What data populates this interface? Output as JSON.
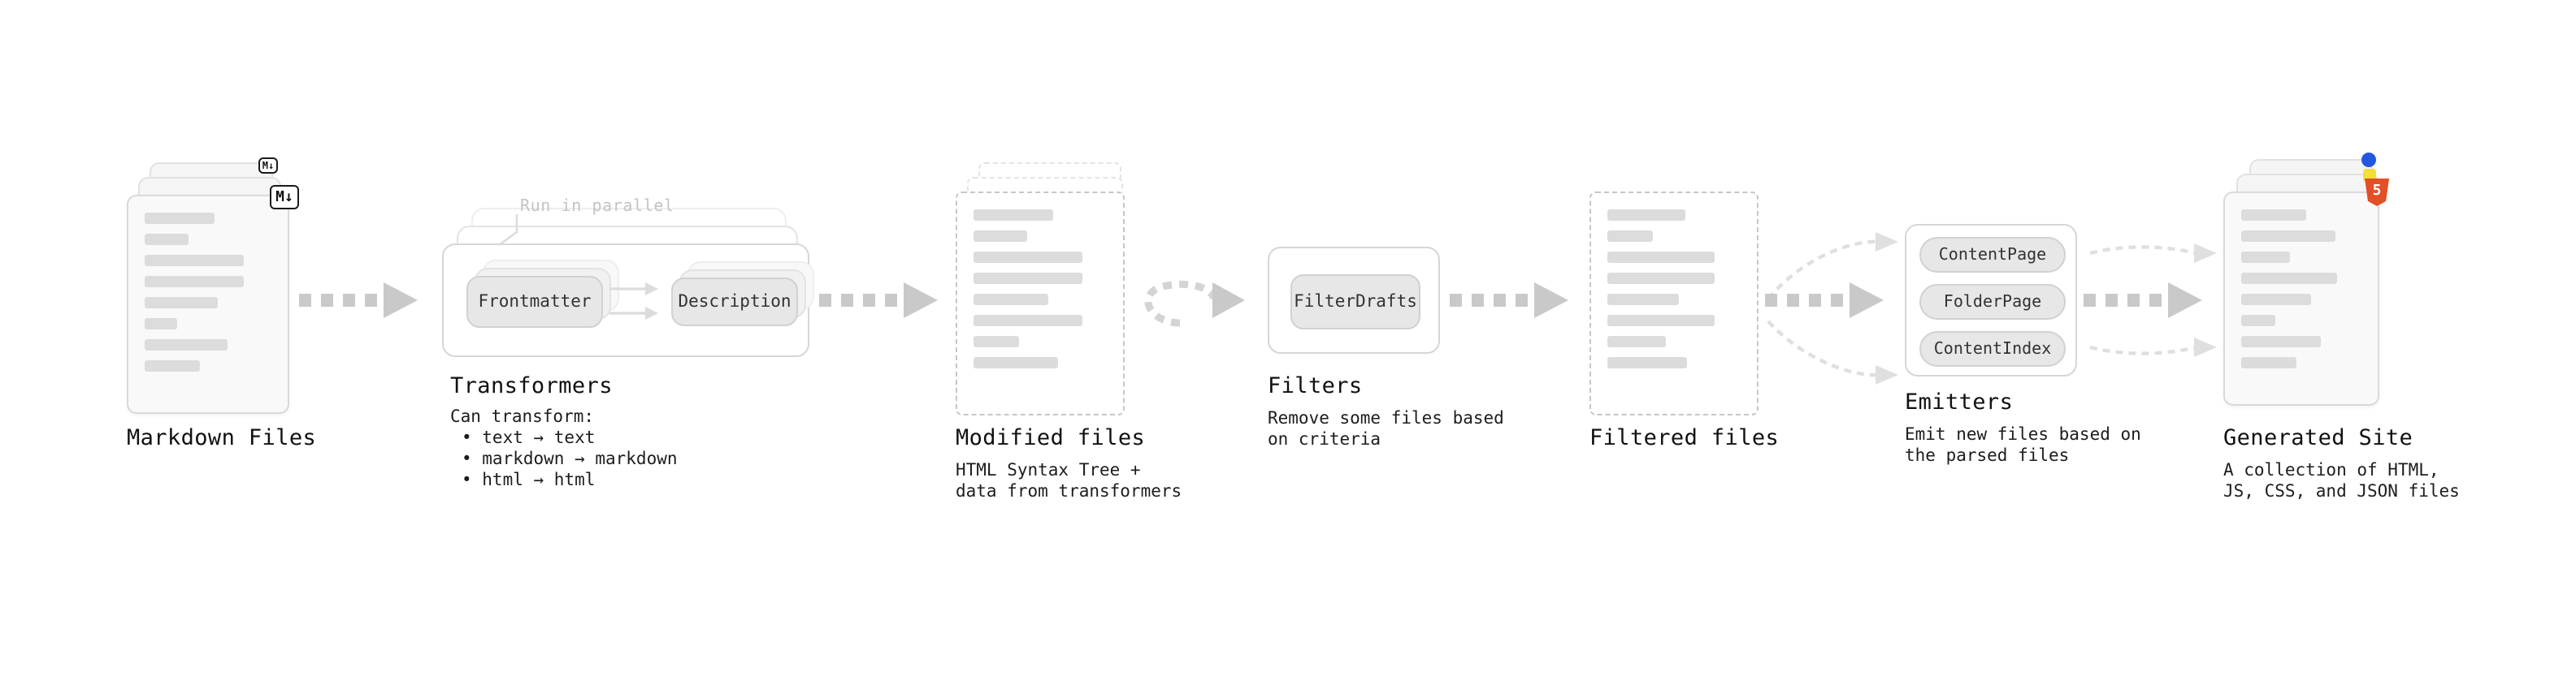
{
  "colors": {
    "html5_badge": "#e34f26",
    "js_badge": "#f1df3a",
    "css_badge": "#2257e0",
    "arrow_gray": "#c9c9c9"
  },
  "stages": {
    "markdown": {
      "label": "Markdown Files",
      "badge": "M↓"
    },
    "transformers": {
      "label": "Transformers",
      "note": "Run in parallel",
      "node1": "Frontmatter",
      "node2": "Description",
      "desc_title": "Can transform:",
      "bullets": [
        "• text → text",
        "• markdown → markdown",
        "• html → html"
      ]
    },
    "modified": {
      "label": "Modified files",
      "desc1": "HTML Syntax Tree +",
      "desc2": "data from transformers"
    },
    "filters": {
      "label": "Filters",
      "node": "FilterDrafts",
      "desc1": "Remove some files based",
      "desc2": "on criteria"
    },
    "filtered": {
      "label": "Filtered files"
    },
    "emitters": {
      "nodes": [
        "ContentPage",
        "FolderPage",
        "ContentIndex"
      ],
      "label": "Emitters",
      "desc1": "Emit new files based on",
      "desc2": "the parsed files"
    },
    "site": {
      "label": "Generated Site",
      "badge": "5",
      "desc1": "A collection of HTML,",
      "desc2": "JS, CSS, and JSON files"
    }
  }
}
